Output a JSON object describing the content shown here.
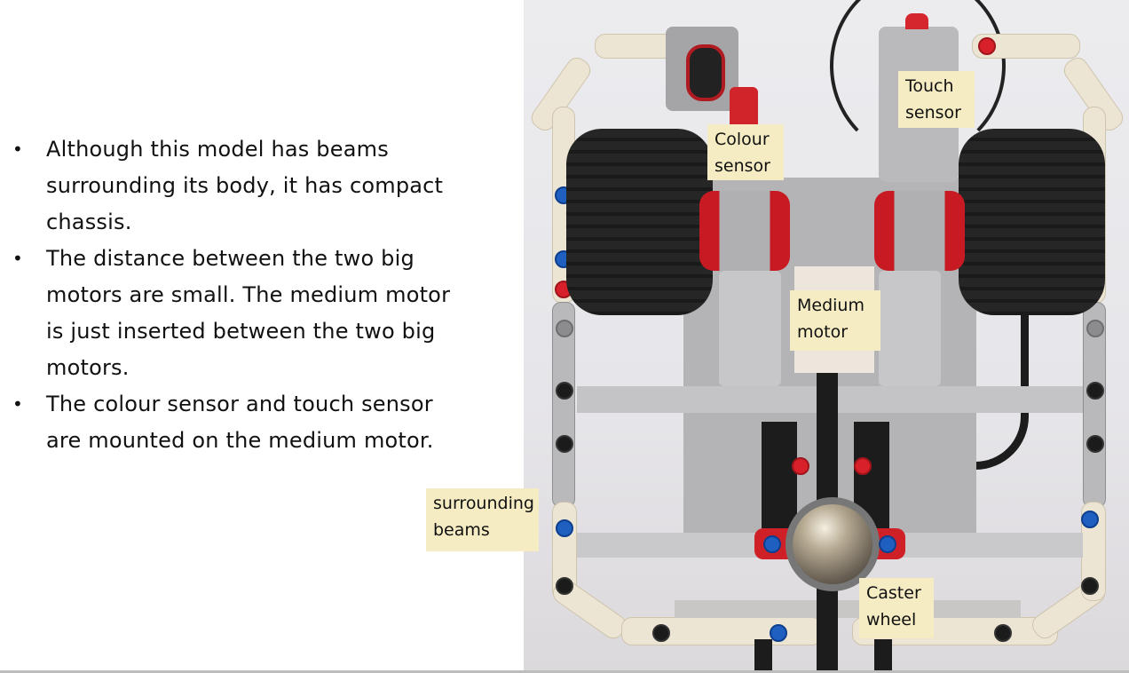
{
  "slide": {
    "bullets": [
      {
        "text": "Although this model has beams surrounding its body, it has compact chassis.",
        "lines": [
          "Although this model has beams",
          "surrounding its body, it has compact",
          "chassis."
        ]
      },
      {
        "text": "The distance between the two big motors are small. The medium motor is just inserted between the two big motors.",
        "lines": [
          "The distance between the two big",
          "motors are small. The medium motor",
          "is just inserted between the two big",
          "motors."
        ]
      },
      {
        "text": "The colour sensor and touch sensor are mounted on the medium motor.",
        "lines": [
          "The colour sensor and touch sensor",
          "are mounted on the medium motor."
        ]
      }
    ],
    "bullet_glyph": "•",
    "photo": {
      "subject": "LEGO EV3 robot chassis, top view",
      "labels": {
        "colour_sensor": [
          "Colour",
          "sensor"
        ],
        "touch_sensor": [
          "Touch",
          "sensor"
        ],
        "medium_motor": [
          "Medium",
          "motor"
        ],
        "surrounding_beams": [
          "surrounding",
          "beams"
        ],
        "caster_wheel": [
          "Caster",
          "wheel"
        ]
      }
    },
    "colors": {
      "label_bg": "#f5ecc3",
      "text": "#111111",
      "background": "#ffffff"
    }
  }
}
